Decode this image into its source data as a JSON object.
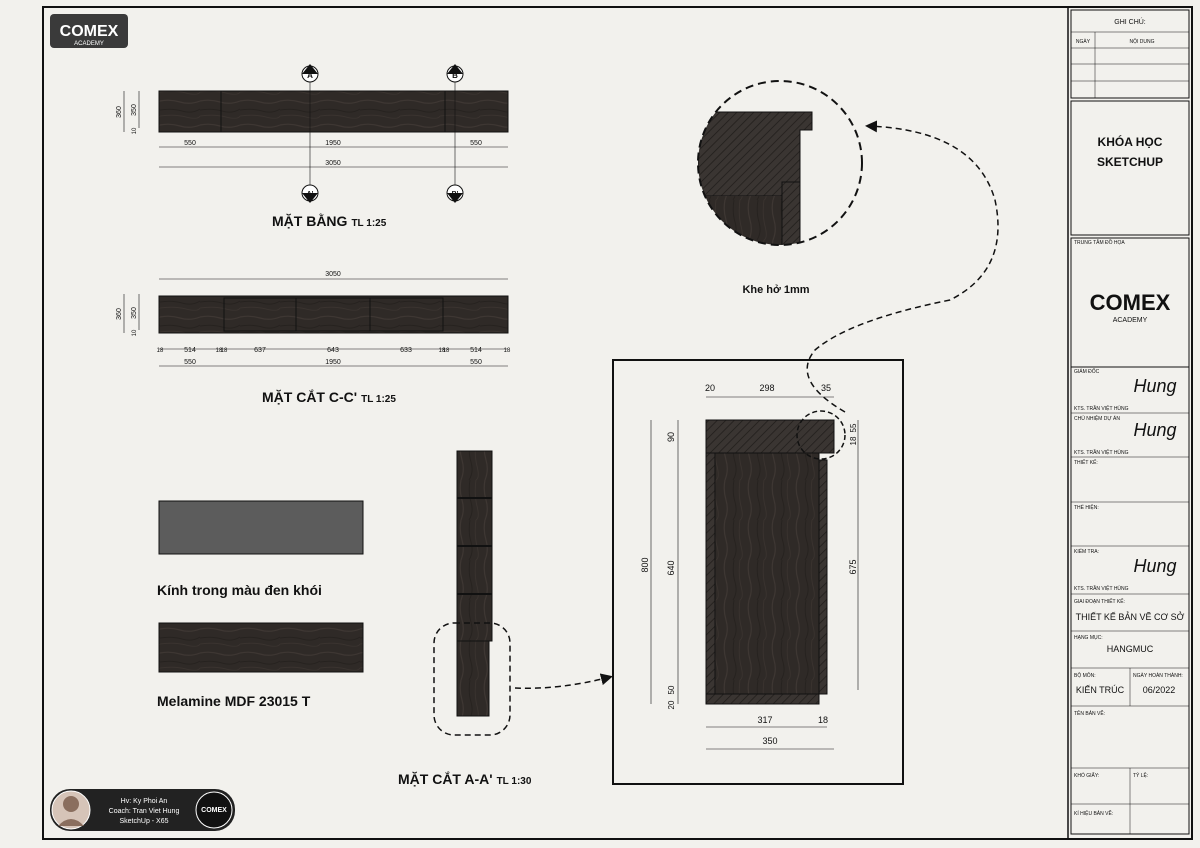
{
  "logo": {
    "main": "COMEX",
    "sub": "ACADEMY"
  },
  "plan": {
    "title": "MẶT BẰNG",
    "scale": "TL 1:25",
    "dims": {
      "d360": "360",
      "d350": "350",
      "d10": "10",
      "left": "550",
      "mid": "1950",
      "right": "550",
      "total": "3050"
    },
    "markers": {
      "a": "A",
      "b": "B",
      "a2": "A'",
      "b2": "B'"
    }
  },
  "section_cc": {
    "title": "MẶT CẮT C-C'",
    "scale": "TL 1:25",
    "total": "3050",
    "d360": "360",
    "d350": "350",
    "d10": "10",
    "row1": [
      "18",
      "514",
      "18",
      "18",
      "637",
      "643",
      "633",
      "18",
      "18",
      "514",
      "18"
    ],
    "row2": [
      "550",
      "1950",
      "550"
    ]
  },
  "detail": {
    "caption": "Khe hở 1mm"
  },
  "materials": [
    {
      "label": "Kính trong màu đen khói",
      "color": "#5c5c5c"
    },
    {
      "label": "Melamine MDF 23015 T",
      "color": "#2e2a27"
    }
  ],
  "section_aa": {
    "title": "MẶT CẮT A-A'",
    "scale": "TL 1:30",
    "top": [
      "20",
      "298",
      "35"
    ],
    "left": [
      "90",
      "640",
      "50",
      "20"
    ],
    "outer_left": "800",
    "right": "675",
    "small_right": [
      "55",
      "18"
    ],
    "bottom": [
      "317",
      "18"
    ],
    "bottom_total": "350"
  },
  "credit": {
    "line1": "Hv: Ky Phoi An",
    "line2": "Coach: Tran Viet Hung",
    "line3": "SketchUp - X65"
  },
  "title_block": {
    "notes_header": "GHI CHÚ:",
    "col_date": "NGÀY",
    "col_content": "NỘI DUNG",
    "course1": "KHÓA HỌC",
    "course2": "SKETCHUP",
    "center_label": "TRUNG TÂM ĐỒ HỌA",
    "director": "GIÁM ĐỐC",
    "architect": "KTS. TRẦN VIỆT HÙNG",
    "project_lead": "CHỦ NHIỆM DỰ ÁN",
    "architect2": "KTS. TRẦN VIỆT HÙNG",
    "design": "THIẾT KẾ:",
    "execute": "THỂ HIỆN:",
    "check": "KIỂM TRA:",
    "architect3": "KTS. TRẦN VIỆT HÙNG",
    "phase_label": "GIAI ĐOẠN THIẾT KẾ:",
    "phase_value": "THIẾT KẾ BẢN VẼ CƠ SỞ",
    "item_label": "HẠNG MỤC:",
    "item_value": "HANGMUC",
    "dept_label": "BỘ MÔN:",
    "dept_value": "KIẾN TRÚC",
    "done_label": "NGÀY HOÀN THÀNH:",
    "done_value": "06/2022",
    "drawing_name": "TÊN BẢN VẼ:",
    "paper": "KHỔ GIẤY:",
    "ratio": "TỶ LỆ:",
    "sheet_code": "KÍ HIỆU BẢN VẼ:",
    "signature": "Hung"
  }
}
